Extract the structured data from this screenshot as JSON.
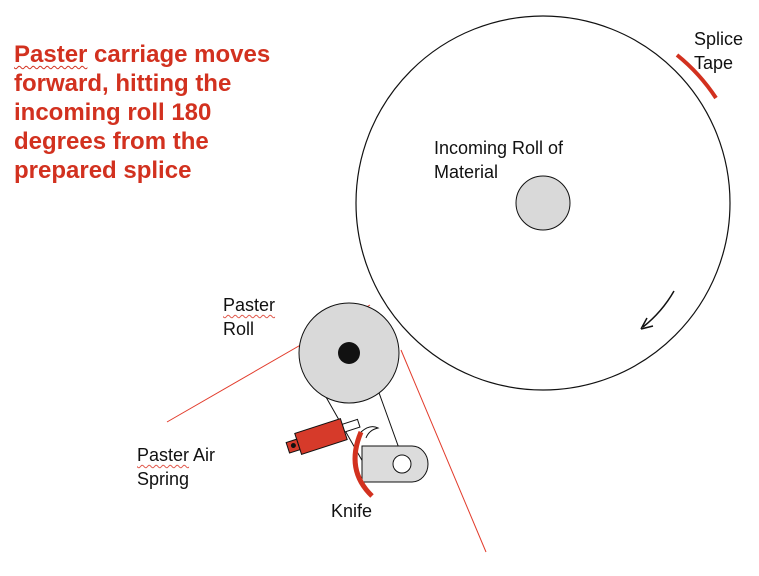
{
  "headline": {
    "lines": [
      {
        "first_word": "Paster",
        "rest": " carriage moves"
      },
      {
        "text": "forward, hitting the"
      },
      {
        "text": "incoming roll 180"
      },
      {
        "text": "degrees from the"
      },
      {
        "text": "prepared splice"
      }
    ]
  },
  "labels": {
    "splice_tape": [
      "Splice",
      "Tape"
    ],
    "incoming_roll": [
      "Incoming Roll of",
      "Material"
    ],
    "paster_roll": [
      "Paster",
      "Roll"
    ],
    "paster_air_spring": {
      "first_word": "Paster",
      "rest": " Air",
      "line2": "Spring"
    },
    "knife": "Knife"
  },
  "colors": {
    "accent_red": "#d2311f",
    "roll_fill": "#d9d9d9",
    "outline": "#111111",
    "actuator_red": "#d63a2a",
    "guide_line_red": "#e23b2b"
  },
  "icons": {
    "rotation_arrow": "curved-arrow-icon"
  }
}
